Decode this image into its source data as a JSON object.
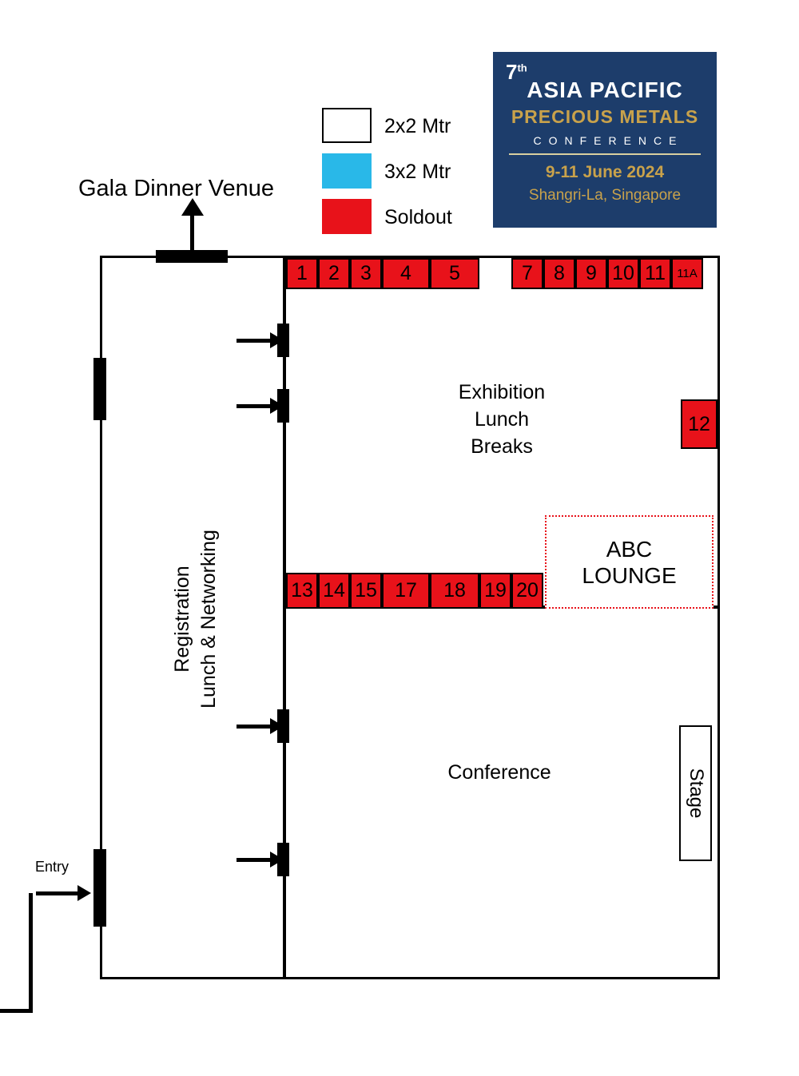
{
  "legend": {
    "items": [
      {
        "label": "2x2 Mtr",
        "color": "#ffffff"
      },
      {
        "label": "3x2 Mtr",
        "color": "#29b8e8"
      },
      {
        "label": "Soldout",
        "color": "#e8121a"
      }
    ]
  },
  "logo": {
    "edition_number": "7",
    "edition_suffix": "th",
    "line1": "ASIA PACIFIC",
    "line2": "PRECIOUS METALS",
    "line3": "CONFERENCE",
    "dates": "9-11 June 2024",
    "venue": "Shangri-La, Singapore"
  },
  "floorplan": {
    "gala_label": "Gala Dinner Venue",
    "exhibition_lines": [
      "Exhibition",
      "Lunch",
      "Breaks"
    ],
    "registration_lines": [
      "Registration",
      "Lunch & Networking"
    ],
    "conference_label": "Conference",
    "stage_label": "Stage",
    "lounge_lines": [
      "ABC",
      "LOUNGE"
    ],
    "entry_label": "Entry"
  },
  "booths": {
    "top_left": [
      "1",
      "2",
      "3",
      "4",
      "5"
    ],
    "top_right": [
      "7",
      "8",
      "9",
      "10",
      "11",
      "11A"
    ],
    "right": [
      "12"
    ],
    "middle": [
      "13",
      "14",
      "15",
      "17",
      "18",
      "19",
      "20"
    ]
  },
  "colors": {
    "soldout_red": "#e8121a",
    "size_3x2_cyan": "#29b8e8",
    "size_2x2_white": "#ffffff",
    "brand_navy": "#1d3d6b",
    "brand_gold": "#c9a24b"
  }
}
